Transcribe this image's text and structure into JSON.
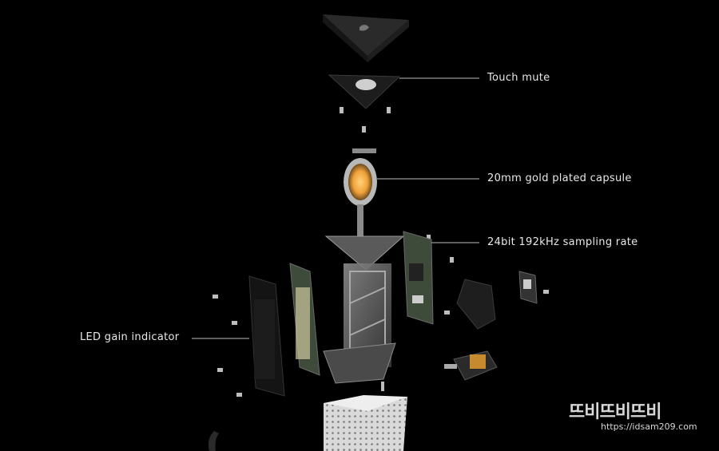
{
  "callouts": {
    "touch_mute": "Touch mute",
    "capsule": "20mm gold plated capsule",
    "sampling": "24bit 192kHz sampling rate",
    "led_gain": "LED gain indicator"
  },
  "watermark": {
    "brand": "뜨비뜨비뜨비",
    "url": "https://idsam209.com"
  },
  "colors": {
    "background": "#000000",
    "callout_text": "#e8e8e8",
    "leader_line": "#bbbbbb",
    "capsule_gold": "#f2a23a",
    "pcb_green": "#3e4a3a"
  }
}
